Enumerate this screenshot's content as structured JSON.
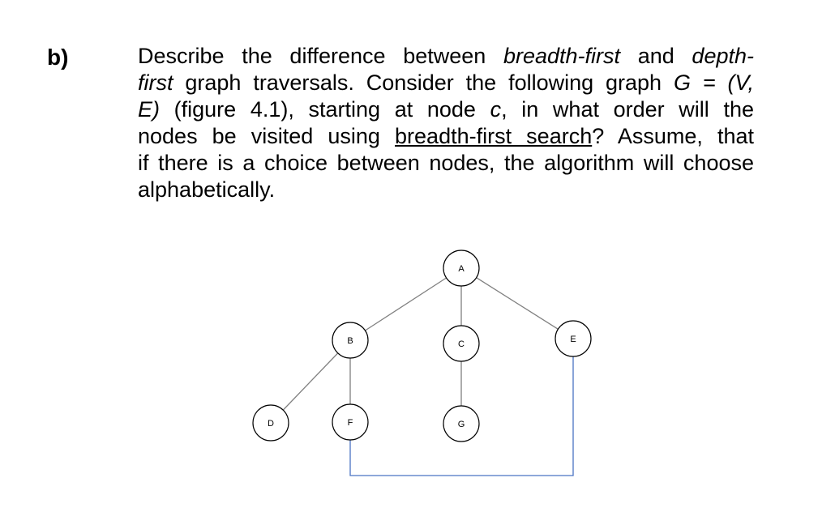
{
  "question": {
    "label": "b)",
    "line1": [
      "Describe the difference between ",
      "breadth-first",
      " and ",
      "depth-"
    ],
    "line2": [
      "first",
      " graph traversals. Consider the following graph ",
      "G = (V,"
    ],
    "line3": [
      "E)",
      " (figure 4.1), starting at node ",
      "c",
      ", in what order will the"
    ],
    "line4": [
      "nodes be visited using ",
      "breadth-first search",
      "? Assume, that"
    ],
    "line5": "if there is a choice between nodes, the algorithm will choose",
    "line6": "alphabetically."
  },
  "graph": {
    "nodes": [
      "A",
      "B",
      "C",
      "E",
      "D",
      "F",
      "G"
    ],
    "edges": [
      [
        "A",
        "B"
      ],
      [
        "A",
        "C"
      ],
      [
        "A",
        "E"
      ],
      [
        "B",
        "D"
      ],
      [
        "B",
        "F"
      ],
      [
        "C",
        "G"
      ],
      [
        "F",
        "E"
      ]
    ],
    "colors": {
      "edge": "#808080",
      "highlight_edge": "#4a74c4",
      "node_stroke": "#000000"
    }
  }
}
